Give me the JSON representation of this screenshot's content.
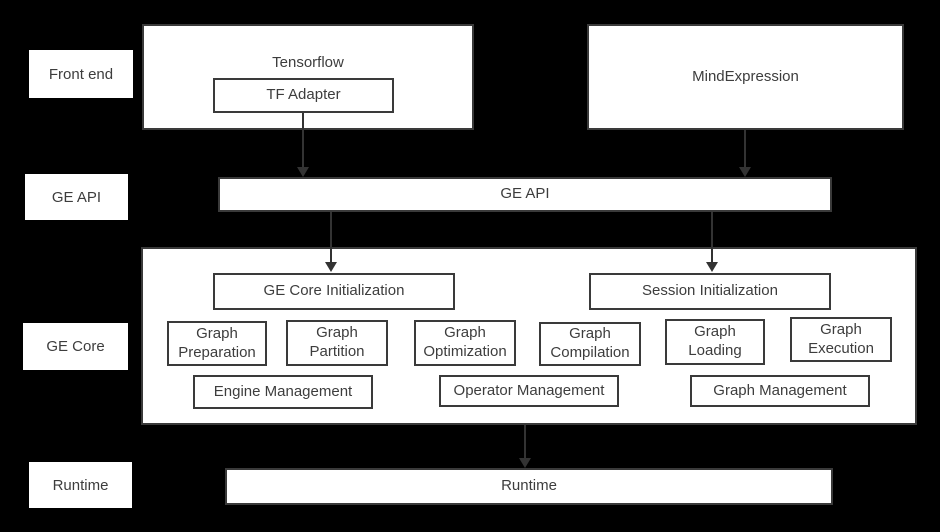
{
  "colors": {
    "background": "#000000",
    "box_fill": "#ffffff",
    "border": "#3a3a3a",
    "text": "#3d3d3d",
    "arrow": "#333333"
  },
  "row_labels": {
    "front_end": "Front end",
    "ge_api": "GE API",
    "ge_core": "GE Core",
    "runtime": "Runtime"
  },
  "front_end": {
    "tensorflow": "Tensorflow",
    "tf_adapter": "TF Adapter",
    "mind_expression": "MindExpression"
  },
  "ge_api": {
    "bar": "GE API"
  },
  "ge_core": {
    "ge_core_initialization": "GE Core Initialization",
    "session_initialization": "Session Initialization",
    "process_boxes": [
      {
        "line1": "Graph",
        "line2": "Preparation"
      },
      {
        "line1": "Graph",
        "line2": "Partition"
      },
      {
        "line1": "Graph",
        "line2": "Optimization"
      },
      {
        "line1": "Graph",
        "line2": "Compilation"
      },
      {
        "line1": "Graph",
        "line2": "Loading"
      },
      {
        "line1": "Graph",
        "line2": "Execution"
      }
    ],
    "management_boxes": [
      "Engine Management",
      "Operator Management",
      "Graph Management"
    ]
  },
  "runtime": {
    "bar": "Runtime"
  }
}
